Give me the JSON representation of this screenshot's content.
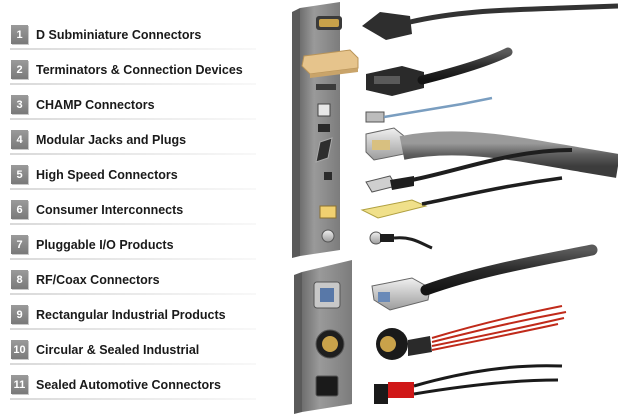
{
  "menu": {
    "items": [
      {
        "number": "1",
        "label": "D Subminiature Connectors"
      },
      {
        "number": "2",
        "label": "Terminators & Connection Devices"
      },
      {
        "number": "3",
        "label": "CHAMP Connectors"
      },
      {
        "number": "4",
        "label": "Modular Jacks and Plugs"
      },
      {
        "number": "5",
        "label": "High Speed Connectors"
      },
      {
        "number": "6",
        "label": "Consumer Interconnects"
      },
      {
        "number": "7",
        "label": "Pluggable I/O Products"
      },
      {
        "number": "8",
        "label": "RF/Coax Connectors"
      },
      {
        "number": "9",
        "label": "Rectangular Industrial Products"
      },
      {
        "number": "10",
        "label": "Circular & Sealed Industrial"
      },
      {
        "number": "11",
        "label": "Sealed Automotive Connectors"
      }
    ]
  },
  "colors": {
    "number_badge": "#8a8a8a",
    "label_text": "#1a1a1a",
    "panel": "#8c8c8c",
    "cable": "#2b2b2b",
    "terminator": "#e6c48c",
    "pluggable": "#f0e08a",
    "wires": "#c02a1a",
    "automotive_red": "#d01818"
  }
}
